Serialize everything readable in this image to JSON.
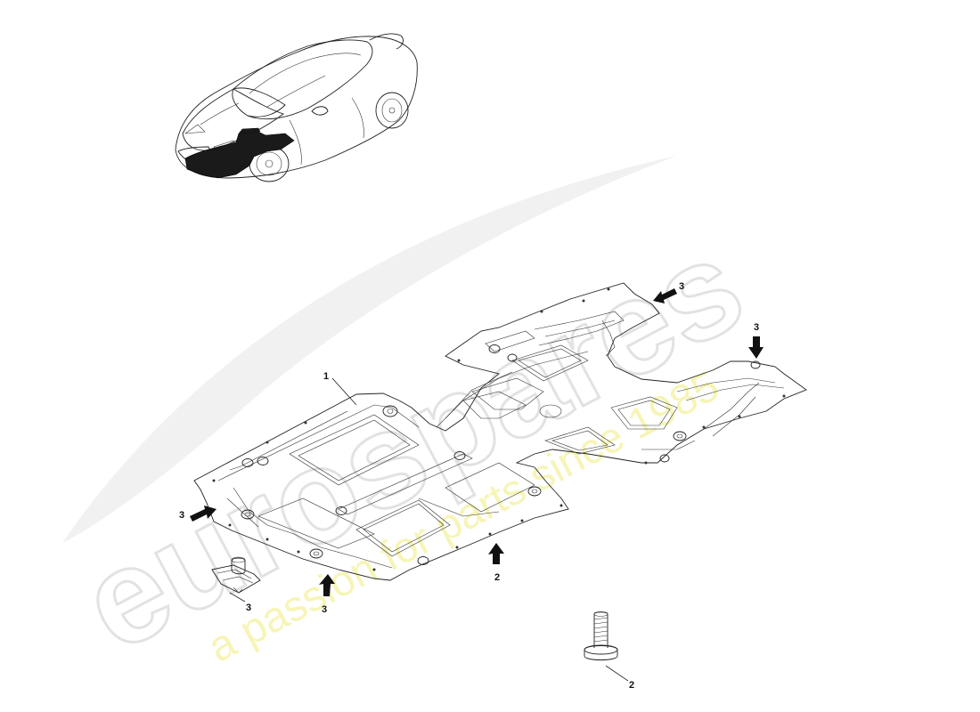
{
  "watermark": {
    "brand": "eurospares",
    "tagline": "a passion for parts since 1985",
    "brand_color": "#e8e8e8",
    "tagline_color": "#f4f2a0"
  },
  "callouts": {
    "c1": "1",
    "c2a": "2",
    "c2b": "2",
    "c3a": "3",
    "c3b": "3",
    "c3c": "3",
    "c3d": "3",
    "c3e": "3"
  }
}
